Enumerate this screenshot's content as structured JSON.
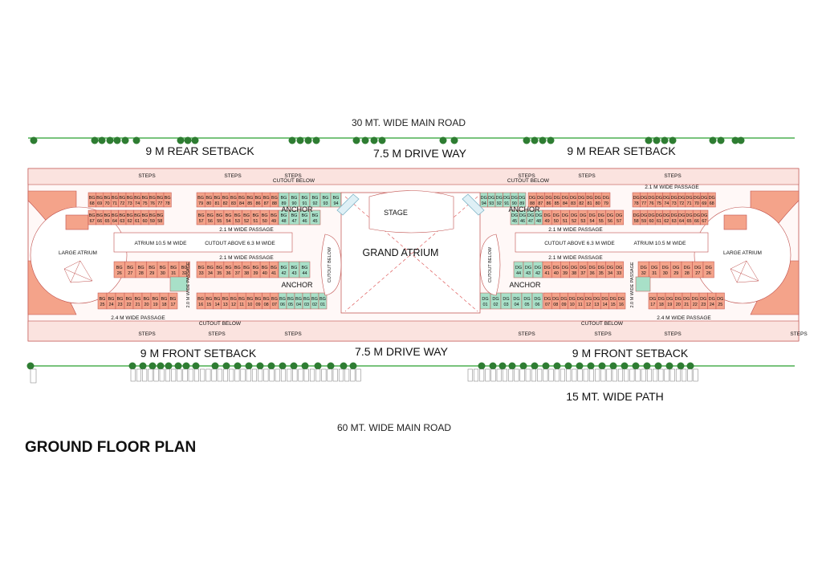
{
  "title": "GROUND FLOOR PLAN",
  "roads": {
    "top": "30 MT. WIDE MAIN ROAD",
    "bottom": "60 MT. WIDE MAIN ROAD",
    "path": "15 MT. WIDE PATH"
  },
  "setbacks": {
    "rear_left": "9 M REAR SETBACK",
    "rear_right": "9 M REAR  SETBACK",
    "front_left": "9 M FRONT SETBACK",
    "front_right": "9 M FRONT SETBACK",
    "driveway_top": "7.5 M DRIVE WAY",
    "driveway_bottom": "7.5 M DRIVE WAY"
  },
  "labels": {
    "steps": "STEPS",
    "cutout_below": "CUTOUT BELOW",
    "passage_21": "2.1 M WIDE PASSAGE",
    "passage_24": "2.4 M WIDE PASSAGE",
    "passage_20": "2.0 M WIDE PASSAGE",
    "atrium_105": "ATRIUM 10.5 M WIDE",
    "cutout_above": "CUTOUT ABOVE 6.3 M WIDE",
    "large_atrium": "LARGE ATRIUM",
    "grand_atrium": "GRAND ATRIUM",
    "stage": "STAGE",
    "anchor": "ANCHOR"
  },
  "colors": {
    "shop": "#f4a38a",
    "shop_stroke": "#c0504d",
    "anchor": "#a8e0c8",
    "corridor": "#fbe3df",
    "green": "#4caf50",
    "tree": "#2e7d32"
  },
  "shops": {
    "bg_rear_row1": [
      "BG 68",
      "BG 69",
      "BG 70",
      "BG 71",
      "BG 72",
      "BG 73",
      "BG 74",
      "BG 75",
      "BG 76",
      "BG 77",
      "BG 78"
    ],
    "bg_rear_row2": [
      "BG 67",
      "BG 66",
      "BG 65",
      "BG 64",
      "BG 63",
      "BG 62",
      "BG 61",
      "BG 60",
      "BG 59",
      "BG 58"
    ],
    "bg_rear_mid": [
      "BG 79",
      "BG 80",
      "BG 81",
      "BG 82",
      "BG 83",
      "BG 84",
      "BG 85",
      "BG 86",
      "BG 87",
      "BG 88",
      "BG 89",
      "BG 90",
      "BG 91",
      "BG 92",
      "BG 93",
      "BG 94"
    ],
    "bg_rear_mid2": [
      "BG 57",
      "BG 56",
      "BG 55",
      "BG 54",
      "BG 53",
      "BG 52",
      "BG 51",
      "BG 50",
      "BG 49",
      "BG 48",
      "BG 47",
      "BG 46",
      "BG 45"
    ],
    "bg_front_mid": [
      "BG 33",
      "BG 34",
      "BG 35",
      "BG 36",
      "BG 37",
      "BG 38",
      "BG 39",
      "BG 40",
      "BG 41",
      "BG 42",
      "BG 43",
      "BG 44"
    ],
    "bg_front_mid2": [
      "BG 16",
      "BG 15",
      "BG 14",
      "BG 13",
      "BG 12",
      "BG 11",
      "BG 10",
      "BG 09",
      "BG 08",
      "BG 07",
      "BG 06",
      "BG 05",
      "BG 04",
      "BG 03",
      "BG 02",
      "BG 01"
    ],
    "bg_front_left1": [
      "BG 26",
      "BG 27",
      "BG 28",
      "BG 29",
      "BG 30",
      "BG 31",
      "BG 32"
    ],
    "bg_front_left2": [
      "BG 25",
      "BG 24",
      "BG 23",
      "BG 22",
      "BG 21",
      "BG 20",
      "BG 19",
      "BG 18",
      "BG 17"
    ],
    "dg_rear_mid": [
      "DG 94",
      "DG 93",
      "DG 92",
      "DG 91",
      "DG 90",
      "DG 89",
      "DG 88",
      "DG 87",
      "DG 86",
      "DG 85",
      "DG 84",
      "DG 83",
      "DG 82",
      "DG 81",
      "DG 80",
      "DG 79"
    ],
    "dg_rear_mid2": [
      "DG 45",
      "DG 46",
      "DG 47",
      "DG 48",
      "DG 49",
      "DG 50",
      "DG 51",
      "DG 52",
      "DG 53",
      "DG 54",
      "DG 55",
      "DG 56",
      "DG 57"
    ],
    "dg_rear_right1": [
      "DG 78",
      "DG 77",
      "DG 76",
      "DG 75",
      "DG 74",
      "DG 73",
      "DG 72",
      "DG 71",
      "DG 70",
      "DG 69",
      "DG 68"
    ],
    "dg_rear_right2": [
      "DG 58",
      "DG 59",
      "DG 60",
      "DG 61",
      "DG 62",
      "DG 63",
      "DG 64",
      "DG 65",
      "DG 66",
      "DG 67"
    ],
    "dg_front_mid": [
      "DG 44",
      "DG 43",
      "DG 42",
      "DG 41",
      "DG 40",
      "DG 39",
      "DG 38",
      "DG 37",
      "DG 36",
      "DG 35",
      "DG 34",
      "DG 33"
    ],
    "dg_front_mid2": [
      "DG 01",
      "DG 02",
      "DG 03",
      "DG 04",
      "DG 05",
      "DG 06",
      "DG 07",
      "DG 08",
      "DG 09",
      "DG 10",
      "DG 11",
      "DG 12",
      "DG 13",
      "DG 14",
      "DG 15",
      "DG 16"
    ],
    "dg_front_right1": [
      "DG 32",
      "DG 31",
      "DG 30",
      "DG 29",
      "DG 28",
      "DG 27",
      "DG 26"
    ],
    "dg_front_right2": [
      "DG 17",
      "DG 18",
      "DG 19",
      "DG 20",
      "DG 21",
      "DG 22",
      "DG 23",
      "DG 24",
      "DG 25"
    ]
  }
}
